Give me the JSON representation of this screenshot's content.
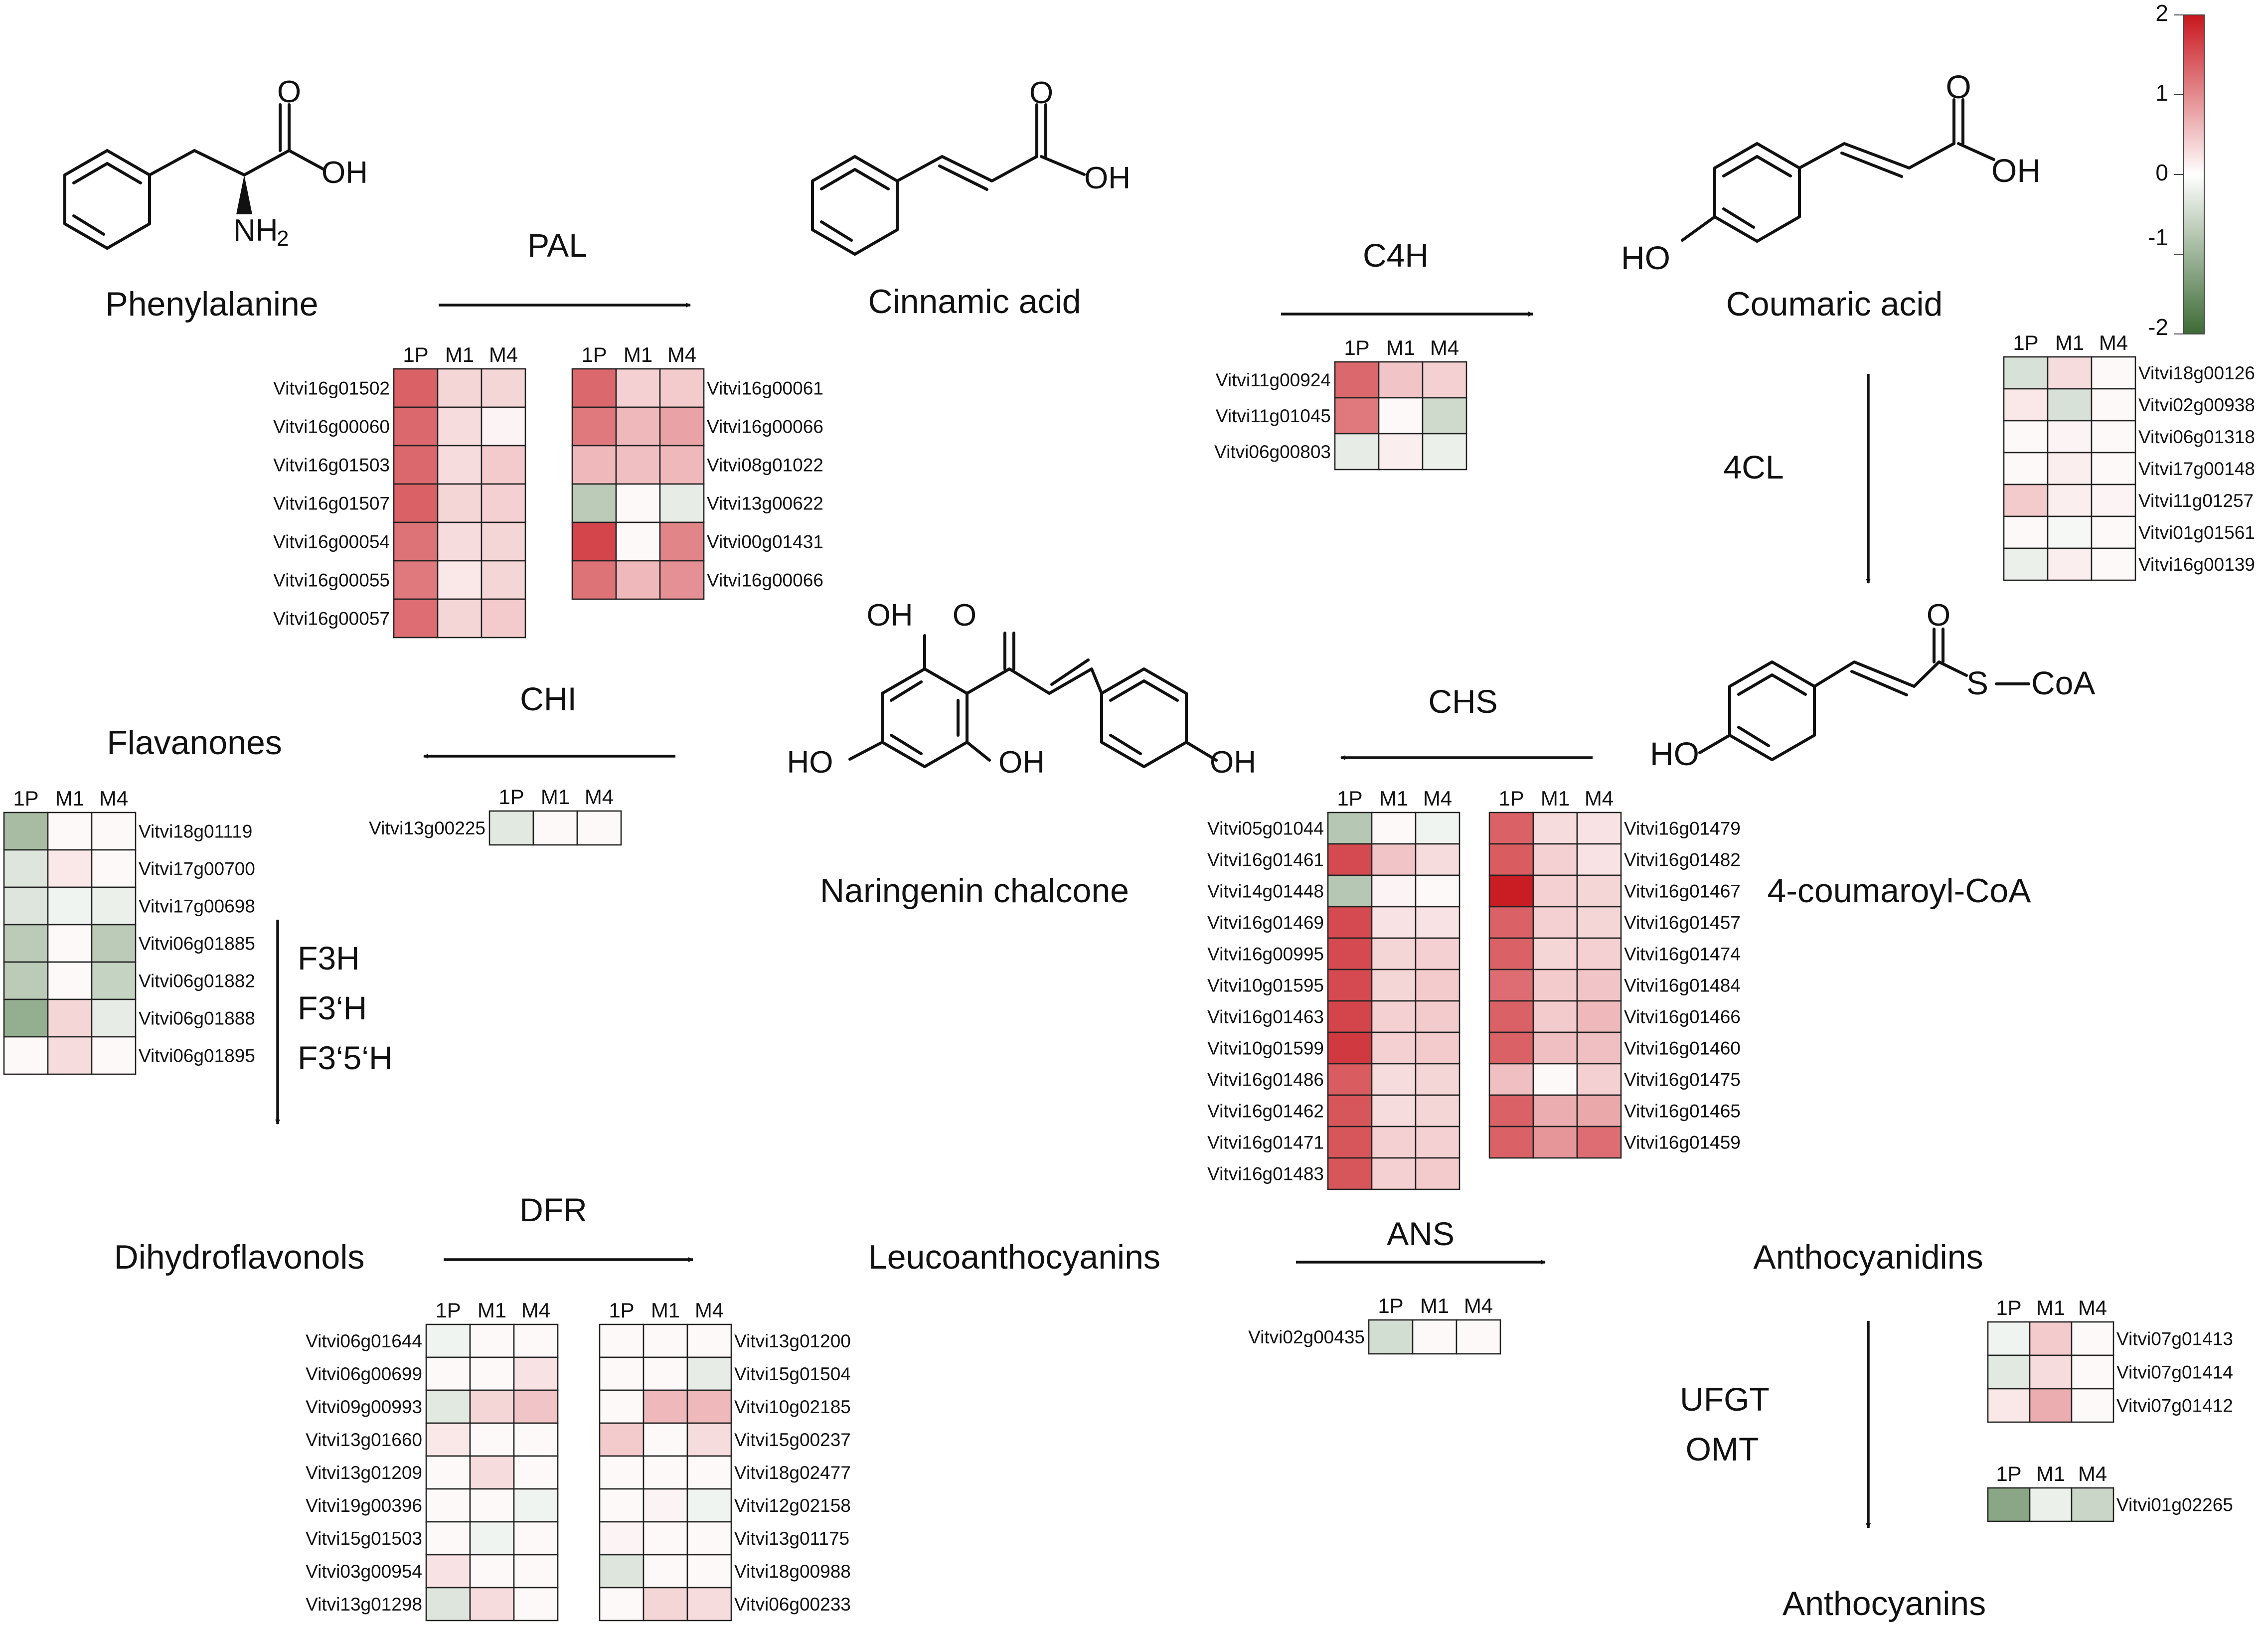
{
  "compounds": {
    "phenylalanine": {
      "name": "Phenylalanine",
      "atoms": {
        "o": "O",
        "oh": "OH",
        "nh2": "NH",
        "sub2": "2"
      }
    },
    "cinnamic": {
      "name": "Cinnamic acid",
      "atoms": {
        "o": "O",
        "oh": "OH"
      }
    },
    "coumaric": {
      "name": "Coumaric acid",
      "atoms": {
        "o": "O",
        "oh": "OH",
        "ho": "HO"
      }
    },
    "coumaroyl_coa": {
      "name": "4-coumaroyl-CoA",
      "atoms": {
        "o": "O",
        "ho": "HO",
        "s": "S",
        "coa": "CoA"
      }
    },
    "naringenin": {
      "name": "Naringenin chalcone",
      "atoms": {
        "oh_top": "OH",
        "o": "O",
        "ho": "HO",
        "oh_bottom": "OH",
        "oh_right": "OH"
      }
    },
    "flavanones": {
      "name": "Flavanones"
    },
    "dihydroflavonols": {
      "name": "Dihydroflavonols"
    },
    "leucoanthocyanins": {
      "name": "Leucoanthocyanins"
    },
    "anthocyanidins": {
      "name": "Anthocyanidins"
    },
    "anthocyanins": {
      "name": "Anthocyanins"
    }
  },
  "enzymes": {
    "pal": "PAL",
    "c4h": "C4H",
    "cl4": "4CL",
    "chs": "CHS",
    "chi": "CHI",
    "f3h": [
      "F3H",
      "F3‘H",
      "F3‘5‘H"
    ],
    "dfr": "DFR",
    "ans": "ANS",
    "ufgt": [
      "UFGT",
      "OMT"
    ]
  },
  "color_scale": {
    "min": -2,
    "max": 2,
    "ticks": [
      "2",
      "1",
      "0",
      "-1",
      "-2"
    ],
    "low_color": "#3d6b35",
    "mid_color": "#ffffff",
    "high_color": "#c8161d"
  },
  "heatmap_columns": [
    "1P",
    "M1",
    "M4"
  ],
  "heatmaps": [
    {
      "id": "pal-a",
      "genes": [
        {
          "name": "Vitvi16g01502",
          "values": [
            1.35,
            0.35,
            0.35
          ]
        },
        {
          "name": "Vitvi16g00060",
          "values": [
            1.3,
            0.3,
            0.1
          ]
        },
        {
          "name": "Vitvi16g01503",
          "values": [
            1.3,
            0.3,
            0.45
          ]
        },
        {
          "name": "Vitvi16g01507",
          "values": [
            1.35,
            0.35,
            0.4
          ]
        },
        {
          "name": "Vitvi16g00054",
          "values": [
            1.2,
            0.3,
            0.35
          ]
        },
        {
          "name": "Vitvi16g00055",
          "values": [
            1.15,
            0.2,
            0.35
          ]
        },
        {
          "name": "Vitvi16g00057",
          "values": [
            1.25,
            0.35,
            0.45
          ]
        }
      ]
    },
    {
      "id": "pal-b",
      "genes": [
        {
          "name": "Vitvi16g00061",
          "values": [
            1.3,
            0.4,
            0.45
          ]
        },
        {
          "name": "Vitvi16g00066",
          "values": [
            1.15,
            0.6,
            0.8
          ]
        },
        {
          "name": "Vitvi08g01022",
          "values": [
            0.6,
            0.55,
            0.6
          ]
        },
        {
          "name": "Vitvi13g00622",
          "values": [
            -0.7,
            0.05,
            -0.25
          ]
        },
        {
          "name": "Vitvi00g01431",
          "values": [
            1.6,
            0.05,
            1.05
          ]
        },
        {
          "name": "Vitvi16g00066",
          "values": [
            1.2,
            0.6,
            0.95
          ]
        }
      ]
    },
    {
      "id": "c4h",
      "genes": [
        {
          "name": "Vitvi11g00924",
          "values": [
            1.3,
            0.5,
            0.4
          ]
        },
        {
          "name": "Vitvi11g01045",
          "values": [
            1.15,
            0.05,
            -0.5
          ]
        },
        {
          "name": "Vitvi06g00803",
          "values": [
            -0.25,
            0.15,
            -0.2
          ]
        }
      ]
    },
    {
      "id": "cl4",
      "genes": [
        {
          "name": "Vitvi18g00126",
          "values": [
            -0.4,
            0.3,
            0.05
          ]
        },
        {
          "name": "Vitvi02g00938",
          "values": [
            0.2,
            -0.4,
            0.05
          ]
        },
        {
          "name": "Vitvi06g01318",
          "values": [
            0.05,
            0.1,
            0.05
          ]
        },
        {
          "name": "Vitvi17g00148",
          "values": [
            0.05,
            0.15,
            0.05
          ]
        },
        {
          "name": "Vitvi11g01257",
          "values": [
            0.45,
            0.15,
            0.1
          ]
        },
        {
          "name": "Vitvi01g01561",
          "values": [
            0.05,
            -0.1,
            0.05
          ]
        },
        {
          "name": "Vitvi16g00139",
          "values": [
            -0.2,
            0.15,
            0.05
          ]
        }
      ]
    },
    {
      "id": "chi",
      "genes": [
        {
          "name": "Vitvi13g00225",
          "values": [
            -0.3,
            0.05,
            0.05
          ]
        }
      ]
    },
    {
      "id": "f3h",
      "genes": [
        {
          "name": "Vitvi18g01119",
          "values": [
            -0.9,
            0.05,
            0.05
          ]
        },
        {
          "name": "Vitvi17g00700",
          "values": [
            -0.35,
            0.2,
            0.05
          ]
        },
        {
          "name": "Vitvi17g00698",
          "values": [
            -0.35,
            -0.15,
            -0.2
          ]
        },
        {
          "name": "Vitvi06g01885",
          "values": [
            -0.7,
            0.05,
            -0.7
          ]
        },
        {
          "name": "Vitvi06g01882",
          "values": [
            -0.7,
            0.05,
            -0.6
          ]
        },
        {
          "name": "Vitvi06g01888",
          "values": [
            -1.1,
            0.35,
            -0.25
          ]
        },
        {
          "name": "Vitvi06g01895",
          "values": [
            0.05,
            0.3,
            0.05
          ]
        }
      ]
    },
    {
      "id": "chs-a",
      "genes": [
        {
          "name": "Vitvi05g01044",
          "values": [
            -0.75,
            0.05,
            -0.15
          ]
        },
        {
          "name": "Vitvi16g01461",
          "values": [
            1.55,
            0.5,
            0.3
          ]
        },
        {
          "name": "Vitvi14g01448",
          "values": [
            -0.75,
            0.1,
            0.05
          ]
        },
        {
          "name": "Vitvi16g01469",
          "values": [
            1.55,
            0.25,
            0.25
          ]
        },
        {
          "name": "Vitvi16g00995",
          "values": [
            1.55,
            0.35,
            0.4
          ]
        },
        {
          "name": "Vitvi10g01595",
          "values": [
            1.55,
            0.35,
            0.45
          ]
        },
        {
          "name": "Vitvi16g01463",
          "values": [
            1.6,
            0.4,
            0.45
          ]
        },
        {
          "name": "Vitvi10g01599",
          "values": [
            1.7,
            0.4,
            0.45
          ]
        },
        {
          "name": "Vitvi16g01486",
          "values": [
            1.4,
            0.3,
            0.35
          ]
        },
        {
          "name": "Vitvi16g01462",
          "values": [
            1.45,
            0.3,
            0.35
          ]
        },
        {
          "name": "Vitvi16g01471",
          "values": [
            1.45,
            0.4,
            0.4
          ]
        },
        {
          "name": "Vitvi16g01483",
          "values": [
            1.45,
            0.4,
            0.45
          ]
        }
      ]
    },
    {
      "id": "chs-b",
      "genes": [
        {
          "name": "Vitvi16g01479",
          "values": [
            1.35,
            0.3,
            0.25
          ]
        },
        {
          "name": "Vitvi16g01482",
          "values": [
            1.4,
            0.4,
            0.25
          ]
        },
        {
          "name": "Vitvi16g01467",
          "values": [
            1.95,
            0.4,
            0.35
          ]
        },
        {
          "name": "Vitvi16g01457",
          "values": [
            1.35,
            0.4,
            0.35
          ]
        },
        {
          "name": "Vitvi16g01474",
          "values": [
            1.35,
            0.35,
            0.4
          ]
        },
        {
          "name": "Vitvi16g01484",
          "values": [
            1.25,
            0.45,
            0.5
          ]
        },
        {
          "name": "Vitvi16g01466",
          "values": [
            1.35,
            0.45,
            0.6
          ]
        },
        {
          "name": "Vitvi16g01460",
          "values": [
            1.35,
            0.55,
            0.55
          ]
        },
        {
          "name": "Vitvi16g01475",
          "values": [
            0.55,
            0.05,
            0.4
          ]
        },
        {
          "name": "Vitvi16g01465",
          "values": [
            1.35,
            0.7,
            0.75
          ]
        },
        {
          "name": "Vitvi16g01459",
          "values": [
            1.35,
            0.9,
            1.25
          ]
        }
      ]
    },
    {
      "id": "dfr-a",
      "genes": [
        {
          "name": "Vitvi06g01644",
          "values": [
            -0.15,
            0.05,
            0.05
          ]
        },
        {
          "name": "Vitvi06g00699",
          "values": [
            0.05,
            0.05,
            0.25
          ]
        },
        {
          "name": "Vitvi09g00993",
          "values": [
            -0.3,
            0.35,
            0.5
          ]
        },
        {
          "name": "Vitvi13g01660",
          "values": [
            0.2,
            0.05,
            0.05
          ]
        },
        {
          "name": "Vitvi13g01209",
          "values": [
            0.05,
            0.3,
            0.05
          ]
        },
        {
          "name": "Vitvi19g00396",
          "values": [
            0.05,
            0.05,
            -0.15
          ]
        },
        {
          "name": "Vitvi15g01503",
          "values": [
            0.05,
            -0.15,
            0.05
          ]
        },
        {
          "name": "Vitvi03g00954",
          "values": [
            0.25,
            0.05,
            0.05
          ]
        },
        {
          "name": "Vitvi13g01298",
          "values": [
            -0.35,
            0.3,
            0.05
          ]
        }
      ]
    },
    {
      "id": "dfr-b",
      "genes": [
        {
          "name": "Vitvi13g01200",
          "values": [
            0.05,
            0.05,
            0.05
          ]
        },
        {
          "name": "Vitvi15g01504",
          "values": [
            0.05,
            0.05,
            -0.25
          ]
        },
        {
          "name": "Vitvi10g02185",
          "values": [
            0.05,
            0.6,
            0.6
          ]
        },
        {
          "name": "Vitvi15g00237",
          "values": [
            0.45,
            0.05,
            0.3
          ]
        },
        {
          "name": "Vitvi18g02477",
          "values": [
            0.05,
            0.05,
            0.05
          ]
        },
        {
          "name": "Vitvi12g02158",
          "values": [
            0.05,
            0.1,
            -0.15
          ]
        },
        {
          "name": "Vitvi13g01175",
          "values": [
            0.1,
            0.05,
            0.05
          ]
        },
        {
          "name": "Vitvi18g00988",
          "values": [
            -0.35,
            0.05,
            0.05
          ]
        },
        {
          "name": "Vitvi06g00233",
          "values": [
            0.05,
            0.35,
            0.3
          ]
        }
      ]
    },
    {
      "id": "ans",
      "genes": [
        {
          "name": "Vitvi02g00435",
          "values": [
            -0.45,
            0.05,
            0.05
          ]
        }
      ]
    },
    {
      "id": "ufgt-a",
      "genes": [
        {
          "name": "Vitvi07g01413",
          "values": [
            -0.15,
            0.45,
            0.05
          ]
        },
        {
          "name": "Vitvi07g01414",
          "values": [
            -0.3,
            0.3,
            0.05
          ]
        },
        {
          "name": "Vitvi07g01412",
          "values": [
            0.2,
            0.7,
            0.05
          ]
        }
      ]
    },
    {
      "id": "ufgt-b",
      "genes": [
        {
          "name": "Vitvi01g02265",
          "values": [
            -1.2,
            -0.2,
            -0.55
          ]
        }
      ]
    }
  ]
}
